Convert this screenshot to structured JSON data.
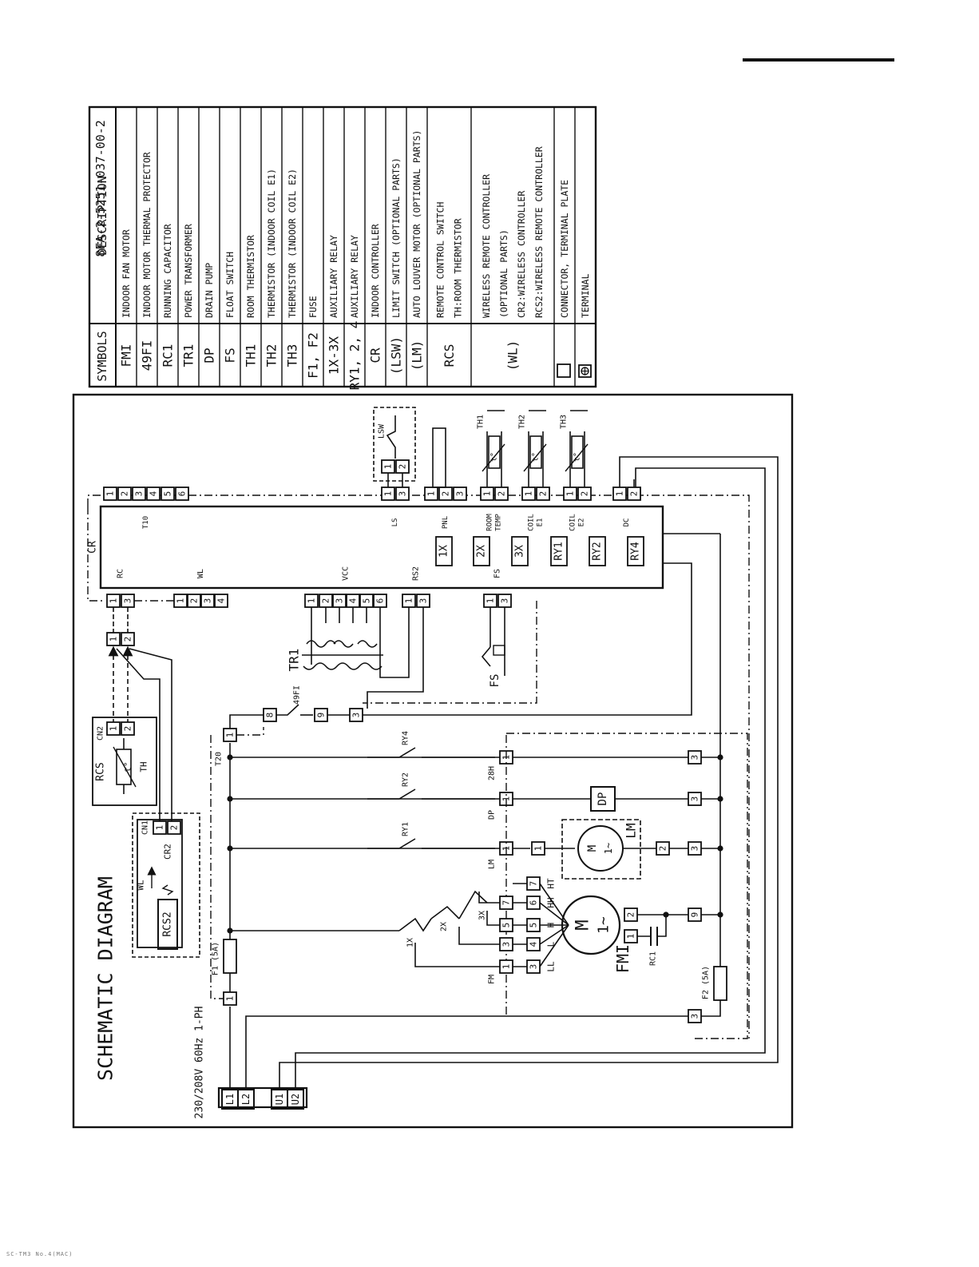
{
  "doc_number": "8FA-2-5251-037-00-2",
  "legend": {
    "header_symbols": "SYMBOLS",
    "header_description": "DESCRIPTION",
    "rows": [
      {
        "symbol": "FMI",
        "desc": [
          "INDOOR FAN MOTOR"
        ]
      },
      {
        "symbol": "49FI",
        "desc": [
          "INDOOR MOTOR THERMAL PROTECTOR"
        ]
      },
      {
        "symbol": "RC1",
        "desc": [
          "RUNNING CAPACITOR"
        ]
      },
      {
        "symbol": "TR1",
        "desc": [
          "POWER TRANSFORMER"
        ]
      },
      {
        "symbol": "DP",
        "desc": [
          "DRAIN PUMP"
        ]
      },
      {
        "symbol": "FS",
        "desc": [
          "FLOAT SWITCH"
        ]
      },
      {
        "symbol": "TH1",
        "desc": [
          "ROOM THERMISTOR"
        ]
      },
      {
        "symbol": "TH2",
        "desc": [
          "THERMISTOR (INDOOR COIL E1)"
        ]
      },
      {
        "symbol": "TH3",
        "desc": [
          "THERMISTOR (INDOOR COIL E2)"
        ]
      },
      {
        "symbol": "F1, F2",
        "desc": [
          "FUSE"
        ]
      },
      {
        "symbol": "1X-3X",
        "desc": [
          "AUXILIARY RELAY"
        ]
      },
      {
        "symbol": "RY1, 2, 4",
        "desc": [
          "AUXILIARY RELAY"
        ]
      },
      {
        "symbol": "CR",
        "desc": [
          "INDOOR CONTROLLER"
        ]
      },
      {
        "symbol": "(LSW)",
        "desc": [
          "LIMIT SWITCH (OPTIONAL PARTS)"
        ]
      },
      {
        "symbol": "(LM)",
        "desc": [
          "AUTO LOUVER MOTOR (OPTIONAL PARTS)"
        ]
      },
      {
        "symbol": "RCS",
        "desc": [
          "REMOTE CONTROL SWITCH",
          "TH:ROOM THERMISTOR"
        ]
      },
      {
        "symbol": "(WL)",
        "desc": [
          "WIRELESS REMOTE CONTROLLER",
          "(OPTIONAL PARTS)",
          "CR2:WIRELESS CONTROLLER",
          "RCS2:WIRELESS REMOTE CONTROLLER"
        ]
      },
      {
        "symbol": "",
        "desc": [
          "CONNECTOR, TERMINAL PLATE"
        ]
      },
      {
        "symbol": "",
        "desc": [
          "TERMINAL"
        ]
      }
    ]
  },
  "schematic": {
    "title": "SCHEMATIC DIAGRAM",
    "power": "230/208V 60Hz 1-PH",
    "terminals": [
      "L1",
      "L2",
      "U1",
      "U2"
    ],
    "controller": "CR",
    "top_connectors": [
      {
        "label": "RC",
        "pins": [
          "1",
          "3"
        ]
      },
      {
        "label": "WL",
        "pins": [
          "1",
          "2",
          "3",
          "4"
        ]
      },
      {
        "label": "VCC",
        "pins": [
          "1",
          "2",
          "3",
          "4",
          "5",
          "6"
        ]
      },
      {
        "label": "RS2",
        "pins": [
          "1",
          "3"
        ]
      },
      {
        "label": "FS",
        "pins": [
          "1",
          "3"
        ]
      }
    ],
    "bottom_connectors": [
      {
        "label": "T10",
        "pins": [
          "1",
          "2",
          "3",
          "4",
          "5",
          "6"
        ]
      },
      {
        "label": "LS",
        "pins": [
          "1",
          "3"
        ]
      },
      {
        "label": "PNL",
        "pins": [
          "1",
          "2",
          "3"
        ]
      },
      {
        "label": "ROOM TEMP",
        "pins": [
          "1",
          "2"
        ]
      },
      {
        "label": "COIL E1",
        "pins": [
          "1",
          "2"
        ]
      },
      {
        "label": "COIL E2",
        "pins": [
          "1",
          "2"
        ]
      },
      {
        "label": "DC",
        "pins": [
          "1",
          "2"
        ]
      }
    ],
    "relays_in_cr": [
      "1X",
      "2X",
      "3X",
      "RY1",
      "RY2",
      "RY4"
    ],
    "rc_plug_pins": [
      "1",
      "2"
    ],
    "transformer": "TR1",
    "float_switch": "FS",
    "thermal_protector": {
      "label": "49FI",
      "terms": [
        "8",
        "9",
        "3"
      ]
    },
    "t20": {
      "label": "T20",
      "pin": "1"
    },
    "relays": [
      "RY4",
      "RY2",
      "RY1"
    ],
    "outputs": [
      {
        "label": "28H",
        "pin": "1",
        "return": "3"
      },
      {
        "label": "DP",
        "pin": "1",
        "return": "3"
      },
      {
        "label": "LM",
        "pin": "1",
        "return": "3"
      }
    ],
    "drain_pump": "DP",
    "louver_motor": {
      "label": "LM",
      "symbol": "M",
      "phase": "1~",
      "pins": [
        "1",
        "2"
      ]
    },
    "fan_relays": [
      "1X",
      "2X",
      "3X"
    ],
    "fan_motor": {
      "label": "FMI",
      "symbol": "M",
      "phase": "1~",
      "fm_pins": [
        "1",
        "3",
        "5",
        "7"
      ],
      "taps": [
        {
          "pin": "3",
          "name": "LL"
        },
        {
          "pin": "4",
          "name": "L"
        },
        {
          "pin": "5",
          "name": "H"
        },
        {
          "pin": "6",
          "name": "HH"
        },
        {
          "pin": "7",
          "name": "HT"
        }
      ],
      "cap_pins": [
        "1",
        "2"
      ],
      "connector_label": "FM"
    },
    "capacitor": "RC1",
    "fuse1": {
      "label": "F1 (5A)",
      "pin": "1"
    },
    "fuse2": {
      "label": "F2 (5A)",
      "pin": "3"
    },
    "neutral_pin": "9",
    "lsw": {
      "label": "LSW",
      "pins": [
        "1",
        "2"
      ]
    },
    "thermistors": [
      "TH1",
      "TH2",
      "TH3"
    ],
    "thermistor_mark": "t°",
    "rcs": {
      "label": "RCS",
      "th": "TH",
      "cn": "CN2",
      "pins": [
        "1",
        "2"
      ]
    },
    "wl": {
      "label": "WL",
      "cn": "CN1",
      "cr2": "CR2",
      "rcs2": "RCS2",
      "pins": [
        "1",
        "2"
      ]
    }
  },
  "footer_mark": "SC-TM3 No.4(MAC)"
}
